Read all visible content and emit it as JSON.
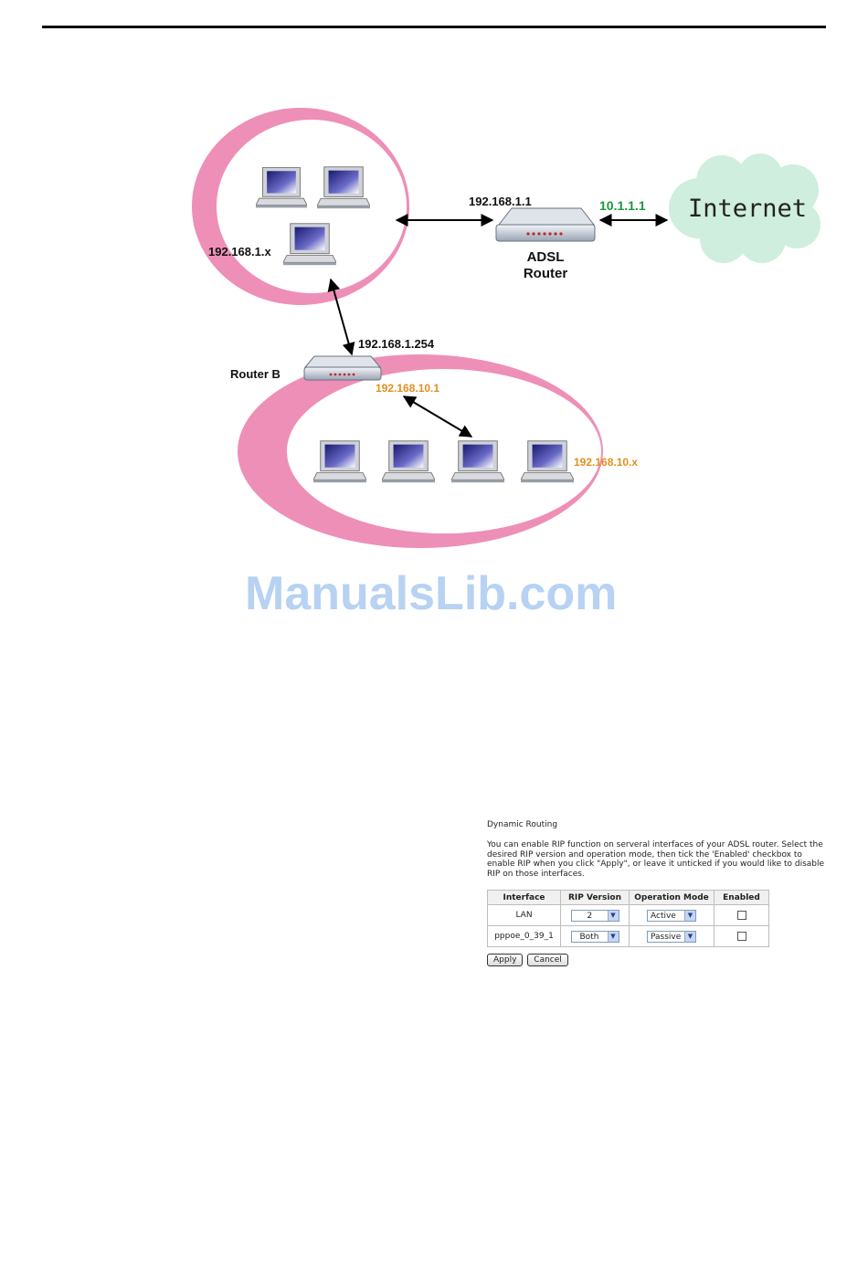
{
  "diagram": {
    "lan1_subnet": "192.168.1.x",
    "adsl_lan_ip": "192.168.1.1",
    "adsl_wan_ip": "10.1.1.1",
    "adsl_label_line1": "ADSL",
    "adsl_label_line2": "Router",
    "internet_label": "Internet",
    "router_b_wan_ip": "192.168.1.254",
    "router_b_label": "Router B",
    "router_b_lan_ip": "192.168.10.1",
    "lan2_subnet": "192.168.10.x",
    "colors": {
      "pink": "#ee8fb8",
      "cloud": "#cfeedd",
      "green": "#1a9a3a",
      "orange": "#e09020"
    }
  },
  "watermark": "ManualsLib.com",
  "panel": {
    "title": "Dynamic Routing",
    "description": "You can enable RIP function on serveral interfaces of your ADSL router. Select the desired RIP version and operation mode, then tick the 'Enabled' checkbox to enable RIP when you click \"Apply\", or leave it unticked if you would like to disable RIP on those interfaces.",
    "columns": [
      "Interface",
      "RIP Version",
      "Operation Mode",
      "Enabled"
    ],
    "rows": [
      {
        "interface": "LAN",
        "rip_version": "2",
        "operation_mode": "Active",
        "enabled": false
      },
      {
        "interface": "pppoe_0_39_1",
        "rip_version": "Both",
        "operation_mode": "Passive",
        "enabled": false
      }
    ],
    "apply_label": "Apply",
    "cancel_label": "Cancel"
  }
}
